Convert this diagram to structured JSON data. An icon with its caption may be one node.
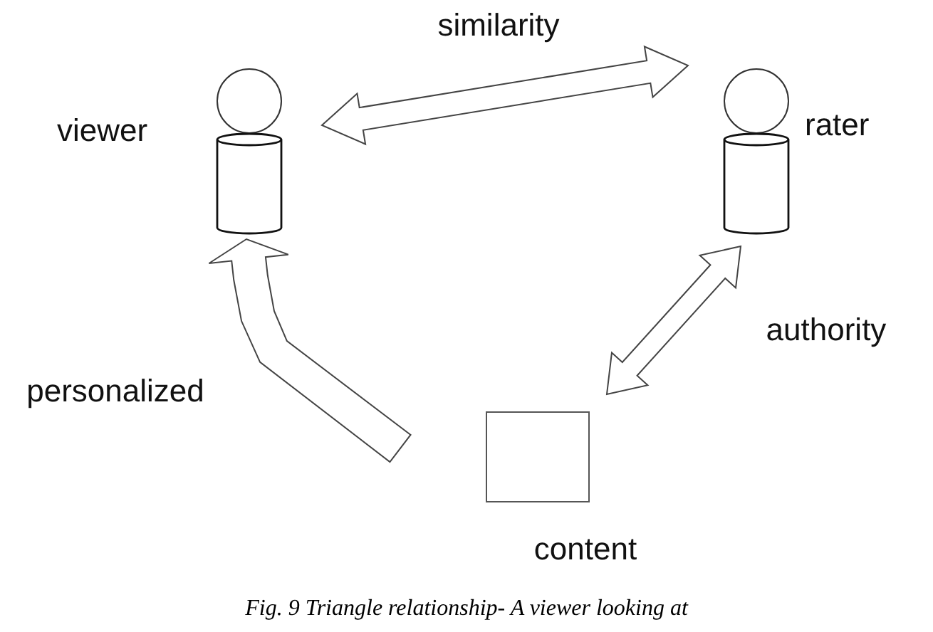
{
  "diagram": {
    "caption": "Fig. 9 Triangle relationship- A viewer looking at",
    "nodes": [
      {
        "text": [
          "viewer"
        ]
      },
      {
        "text": [
          "rater"
        ]
      },
      {
        "text": [
          "content"
        ]
      }
    ],
    "edges": [
      {
        "from": 0,
        "to": 1,
        "arrow": "both",
        "label": "similarity"
      },
      {
        "from": 1,
        "to": 2,
        "arrow": "both",
        "label": "authority"
      },
      {
        "from": 2,
        "to": 0,
        "arrow": "to",
        "label": "personalized"
      }
    ]
  }
}
